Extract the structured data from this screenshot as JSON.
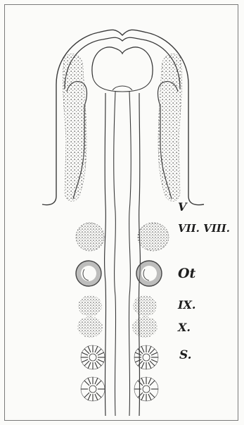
{
  "figure": {
    "labels": {
      "v": "V",
      "vii_viii": "VII. VIII.",
      "ot": "Ot",
      "ix": "IX.",
      "x": "X.",
      "s": "S."
    },
    "colors": {
      "line": "#3a3a3a",
      "stipple": "#5e5e5e",
      "otocyst": "#6a6a6a",
      "background": "#fbfbf9"
    }
  }
}
